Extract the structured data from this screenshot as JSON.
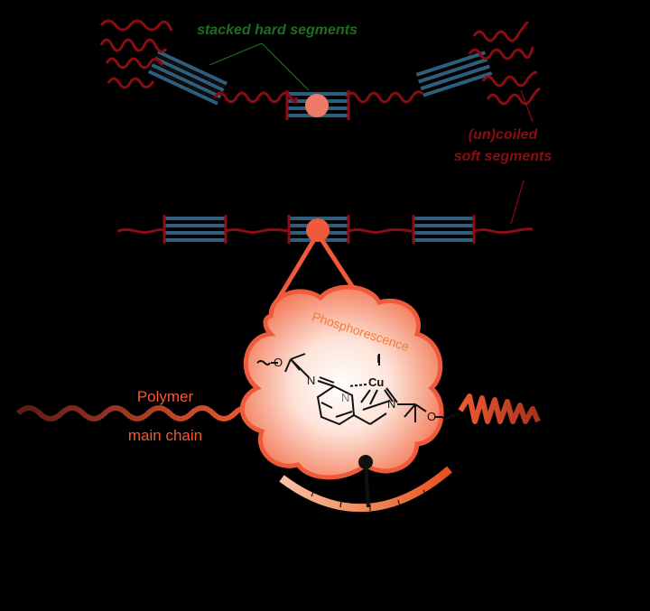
{
  "labels": {
    "stacked_hard": "stacked hard segments",
    "uncoiled_line1": "(un)coiled",
    "uncoiled_line2": "soft segments",
    "phosphorescence": "Phosphorescence",
    "polymer_line1": "Polymer",
    "polymer_line2": "main chain"
  },
  "molecule": {
    "atom_O_left": "O",
    "atom_N_imine": "N",
    "atom_N_pyridine": "N",
    "atom_Cu": "Cu",
    "atom_I": "I",
    "atom_N_amine": "N",
    "atom_O_right": "O"
  },
  "colors": {
    "background": "#000000",
    "soft_segment": "#8b0d12",
    "hard_segment": "#2f5d7c",
    "highlight": "#ef5a3c",
    "stacked_label": "#1f6e1f",
    "soft_label": "#8b0d12",
    "phosphorescence_label": "#f27b3a",
    "polymer_label": "#f25a30"
  }
}
